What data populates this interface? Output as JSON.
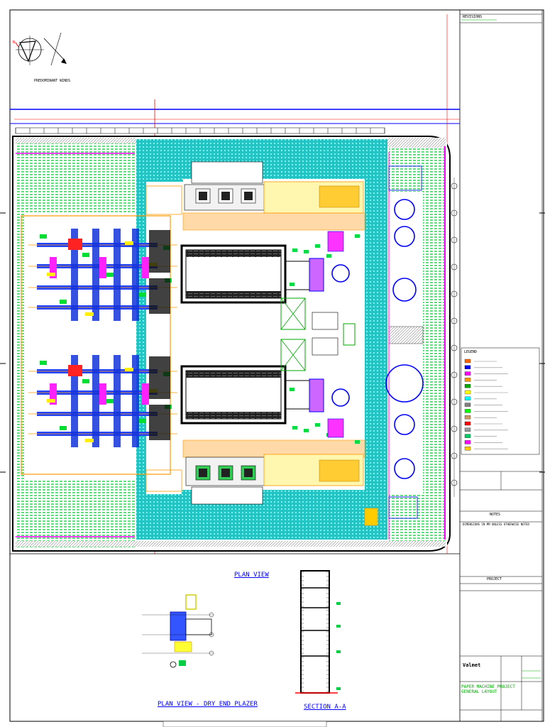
{
  "compass": {
    "north_label": "N",
    "wind_label": "PREDOMINANT WINDS"
  },
  "plan_view": {
    "title": "PLAN VIEW"
  },
  "dry_end_plan": {
    "title": "PLAN VIEW - DRY END PLAZER"
  },
  "section": {
    "title": "SECTION A-A"
  },
  "title_block": {
    "revisions_header": "REVISIONS",
    "notes_header": "NOTES",
    "note_1": "DIMENSIONS IN MM UNLESS OTHERWISE NOTED",
    "legend_header": "LEGEND",
    "project_header": "PROJECT",
    "drawing_title": "PAPER MACHINE PROJECT GENERAL LAYOUT",
    "company": "Valmet"
  },
  "legend": {
    "items": [
      {
        "color": "#ff6600"
      },
      {
        "color": "#0000ff"
      },
      {
        "color": "#ff00ff"
      },
      {
        "color": "#ff9900"
      },
      {
        "color": "#00aa00"
      },
      {
        "color": "#ffff00"
      },
      {
        "color": "#00ffff"
      },
      {
        "color": "#808080"
      },
      {
        "color": "#00ff00"
      },
      {
        "color": "#cc9966"
      },
      {
        "color": "#ff0000"
      },
      {
        "color": "#999999"
      },
      {
        "color": "#00cc66"
      },
      {
        "color": "#ff00ff"
      },
      {
        "color": "#ffcc00"
      }
    ]
  },
  "colors": {
    "teal": "#29c7c7",
    "grass": "#33dd55",
    "blue": "#0000ff",
    "magenta": "#ff00ff",
    "red": "#ff0000",
    "orange": "#ff9900",
    "yellow": "#ffff00",
    "green": "#00cc00"
  }
}
